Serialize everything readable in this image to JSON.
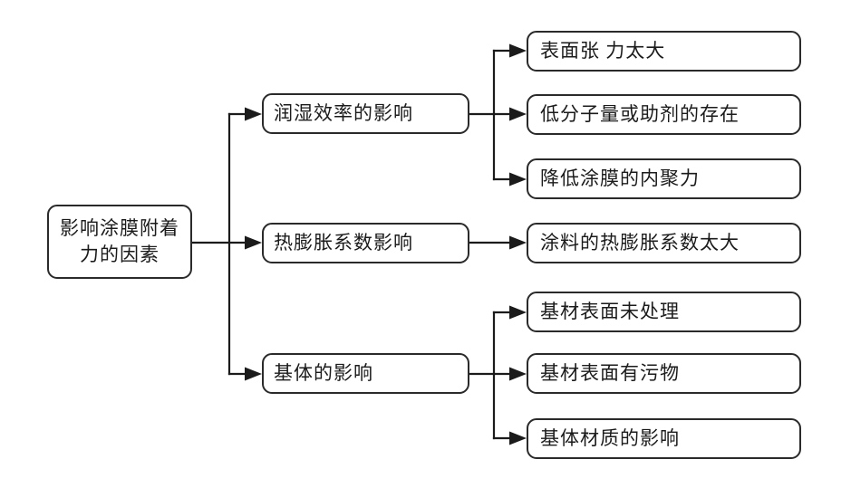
{
  "diagram": {
    "type": "tree-flowchart",
    "colors": {
      "background": "#ffffff",
      "line": "#1b1b1b",
      "box_border": "#2a2a2a",
      "box_fill": "#ffffff",
      "text": "#1b1b1b"
    },
    "root": {
      "label": "影响涂膜附着力的因素",
      "lines": [
        "影响涂膜附着",
        "力的因素"
      ]
    },
    "branches": [
      {
        "label": "润湿效率的影响",
        "children": [
          "表面张 力太大",
          "低分子量或助剂的存在",
          "降低涂膜的内聚力"
        ]
      },
      {
        "label": "热膨胀系数影响",
        "children": [
          "涂料的热膨胀系数太大"
        ]
      },
      {
        "label": "基体的影响",
        "children": [
          "基材表面未处理",
          "基材表面有污物",
          "基体材质的影响"
        ]
      }
    ]
  }
}
